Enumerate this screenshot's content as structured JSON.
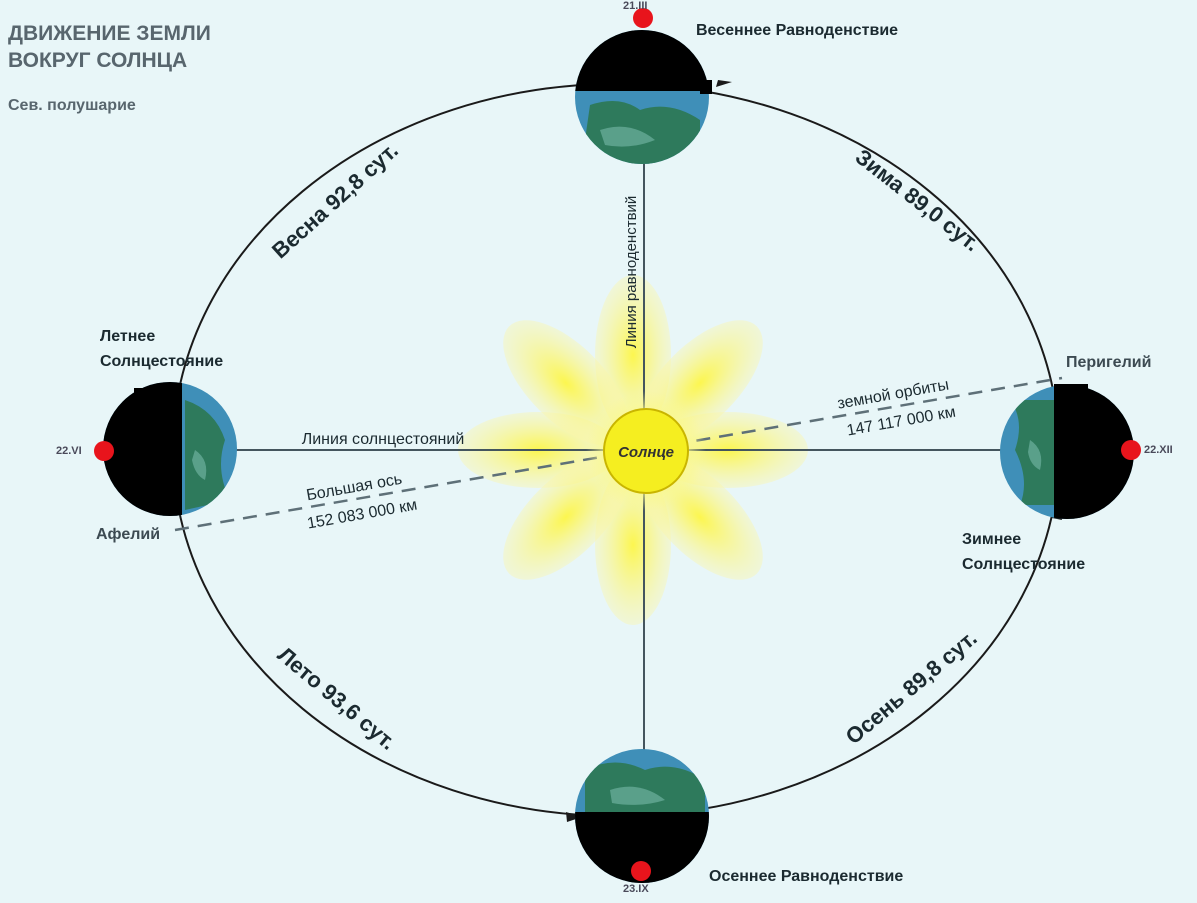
{
  "title_line1": "ДВИЖЕНИЕ ЗЕМЛИ",
  "title_line2": "ВОКРУГ СОЛНЦА",
  "subtitle": "Сев. полушарие",
  "sun_label": "Солнце",
  "lines": {
    "solstice": "Линия солнцестояний",
    "equinox": "Линия равноденствий",
    "major_axis_1": "Большая  ось",
    "major_axis_2": "152 083 000 км",
    "orbit_1": "земной  орбиты",
    "orbit_2": "147 117 000 км"
  },
  "seasons": {
    "spring": "Весна 92,8 сут.",
    "winter": "Зима 89,0 сут.",
    "summer": "Лето 93,6 сут.",
    "autumn": "Осень 89,8 сут."
  },
  "points": {
    "vernal_equinox": "Весеннее Равноденствие",
    "vernal_date": "21.III",
    "summer_solstice_1": "Летнее",
    "summer_solstice_2": "Солнцестояние",
    "summer_date": "22.VI",
    "aphelion": "Афелий",
    "perihelion": "Перигелий",
    "winter_solstice_1": "Зимнее",
    "winter_solstice_2": "Солнцестояние",
    "winter_date": "22.XII",
    "autumn_equinox": "Осеннее Равноденствие",
    "autumn_date": "23.IX"
  },
  "colors": {
    "background": "#e8f6f8",
    "sun": "#f5ee20",
    "rays": "#f8f56a",
    "ocean": "#3f8fb8",
    "land": "#2e7a5c",
    "marker": "#e8141c",
    "night": "#000000"
  }
}
